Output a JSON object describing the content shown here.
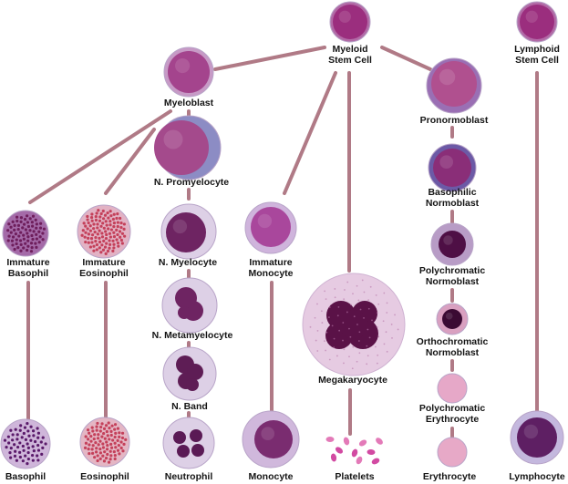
{
  "labels": {
    "myeloid_stem_cell": [
      "Myeloid",
      "Stem Cell"
    ],
    "lymphoid_stem_cell": [
      "Lymphoid",
      "Stem Cell"
    ],
    "myeloblast": [
      "Myeloblast"
    ],
    "pronormoblast": [
      "Pronormoblast"
    ],
    "n_promyelocyte": [
      "N. Promyelocyte"
    ],
    "basophilic_normoblast": [
      "Basophilic",
      "Normoblast"
    ],
    "immature_basophil": [
      "Immature",
      "Basophil"
    ],
    "immature_eosinophil": [
      "Immature",
      "Eosinophil"
    ],
    "n_myelocyte": [
      "N. Myelocyte"
    ],
    "immature_monocyte": [
      "Immature",
      "Monocyte"
    ],
    "polychromatic_normoblast": [
      "Polychromatic",
      "Normoblast"
    ],
    "n_metamyelocyte": [
      "N. Metamyelocyte"
    ],
    "orthochromatic_normoblast": [
      "Orthochromatic",
      "Normoblast"
    ],
    "megakaryocyte": [
      "Megakaryocyte"
    ],
    "n_band": [
      "N. Band"
    ],
    "polychromatic_erythrocyte": [
      "Polychromatic",
      "Erythrocyte"
    ],
    "basophil": [
      "Basophil"
    ],
    "eosinophil": [
      "Eosinophil"
    ],
    "neutrophil": [
      "Neutrophil"
    ],
    "monocyte": [
      "Monocyte"
    ],
    "platelets": [
      "Platelets"
    ],
    "erythrocyte": [
      "Erythrocyte"
    ],
    "lymphocyte": [
      "Lymphocyte"
    ]
  },
  "colors": {
    "connector": "#b07a86",
    "cytoplasm_pale": "#ddd0e6",
    "nucleus_purple": "#8b2a78",
    "nucleus_dark": "#4e0f45",
    "stem_cell": "#9b2e7e",
    "eosin_granules": "#c4405a",
    "rbc_pink": "#e7a9c7"
  },
  "icons": {
    "stem_cell": "large-round-purple-cell",
    "blast": "round-cell-large-nucleus",
    "granulocyte": "segmented-nucleus-cell",
    "megakaryocyte": "giant-multilobed-cell",
    "platelets": "small-pink-fragments",
    "erythrocyte": "anucleate-pink-disc"
  }
}
